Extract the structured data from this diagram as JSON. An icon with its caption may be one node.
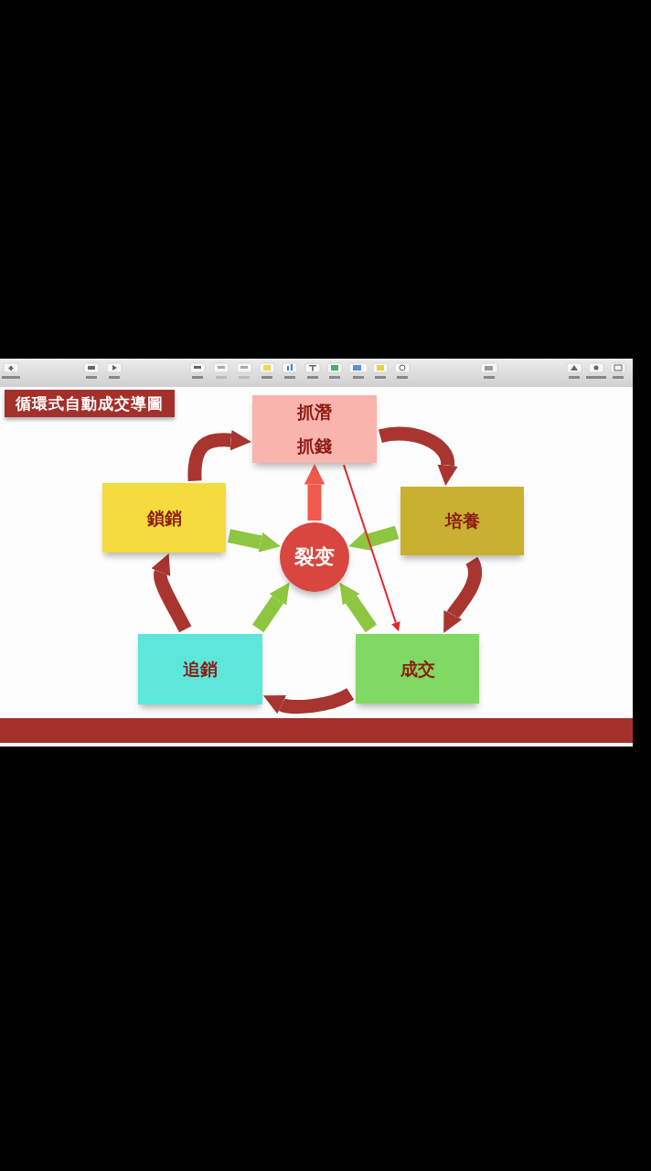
{
  "diagram": {
    "title": "循環式自動成交導圖",
    "nodes": [
      {
        "text": [
          "抓潛",
          "抓錢"
        ]
      },
      {
        "text": [
          "培養"
        ]
      },
      {
        "text": [
          "成交"
        ]
      },
      {
        "text": [
          "追銷"
        ]
      },
      {
        "text": [
          "鎖銷"
        ]
      },
      {
        "text": [
          "裂变"
        ]
      }
    ],
    "edges": [
      {
        "from": 4,
        "to": 0,
        "arrow": "to"
      },
      {
        "from": 0,
        "to": 1,
        "arrow": "to"
      },
      {
        "from": 1,
        "to": 2,
        "arrow": "to"
      },
      {
        "from": 2,
        "to": 3,
        "arrow": "to"
      },
      {
        "from": 3,
        "to": 4,
        "arrow": "to"
      },
      {
        "from": 4,
        "to": 5,
        "arrow": "to",
        "color": "#8dc63f"
      },
      {
        "from": 1,
        "to": 5,
        "arrow": "to",
        "color": "#8dc63f"
      },
      {
        "from": 2,
        "to": 5,
        "arrow": "to",
        "color": "#8dc63f"
      },
      {
        "from": 3,
        "to": 5,
        "arrow": "to",
        "color": "#8dc63f"
      },
      {
        "from": 5,
        "to": 0,
        "arrow": "to",
        "color": "#f05a4c"
      },
      {
        "from": 0,
        "to": 2,
        "arrow": "to",
        "color": "#e3262b"
      }
    ]
  }
}
